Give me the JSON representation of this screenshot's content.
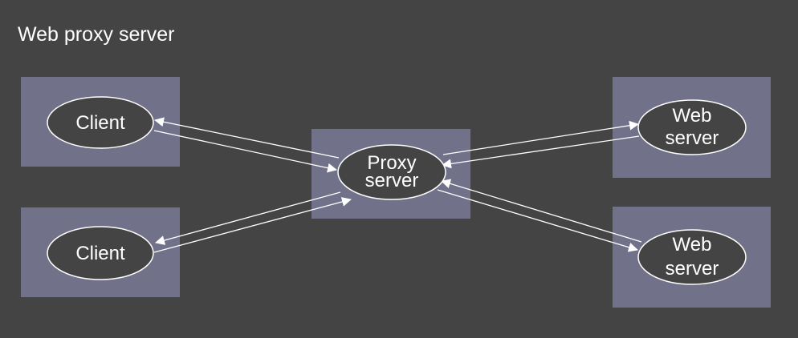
{
  "diagram": {
    "title": "Web proxy server",
    "colors": {
      "background": "#444444",
      "box": "#72718a",
      "node_fill": "#444444",
      "stroke": "#ffffff",
      "text": "#ffffff"
    },
    "nodes": {
      "client_top": {
        "label": "Client"
      },
      "client_bottom": {
        "label": "Client"
      },
      "proxy": {
        "line1": "Proxy",
        "line2": "server"
      },
      "web_top": {
        "line1": "Web",
        "line2": "server"
      },
      "web_bottom": {
        "line1": "Web",
        "line2": "server"
      }
    }
  }
}
